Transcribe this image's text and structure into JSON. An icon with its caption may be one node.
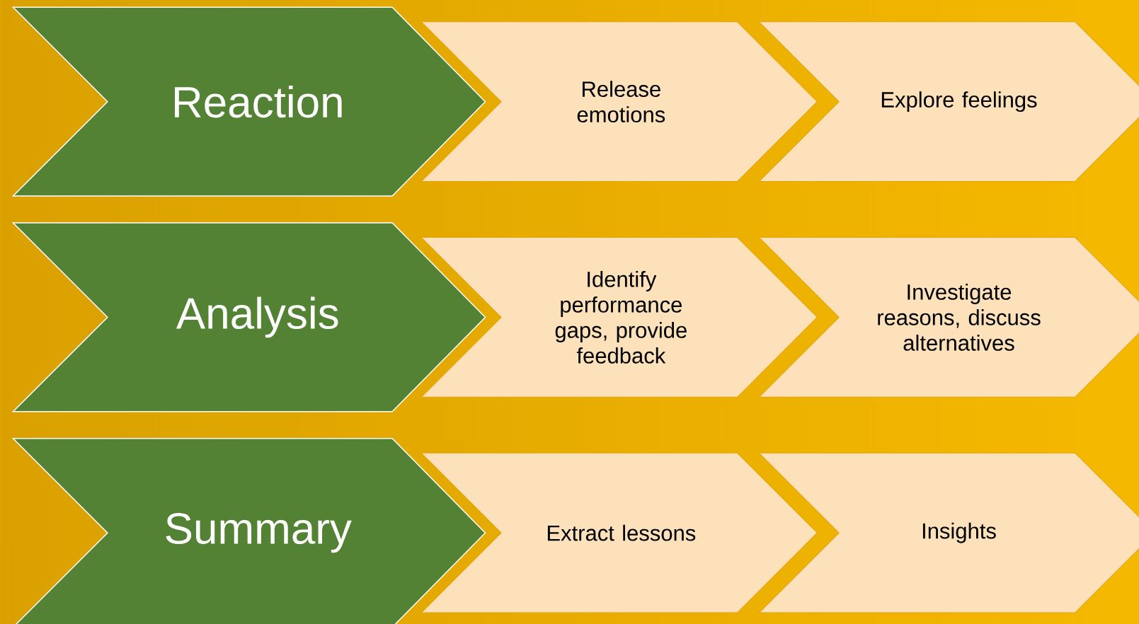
{
  "diagram": {
    "nodes": [
      {
        "text": [
          "Reaction"
        ]
      },
      {
        "text": [
          "Release emotions"
        ]
      },
      {
        "text": [
          "Explore feelings"
        ]
      },
      {
        "text": [
          "Analysis"
        ]
      },
      {
        "text": [
          "Identify performance gaps, provide feedback"
        ]
      },
      {
        "text": [
          "Investigate reasons, discuss alternatives"
        ]
      },
      {
        "text": [
          "Summary"
        ]
      },
      {
        "text": [
          "Extract lessons"
        ]
      },
      {
        "text": [
          "Insights"
        ]
      }
    ]
  }
}
